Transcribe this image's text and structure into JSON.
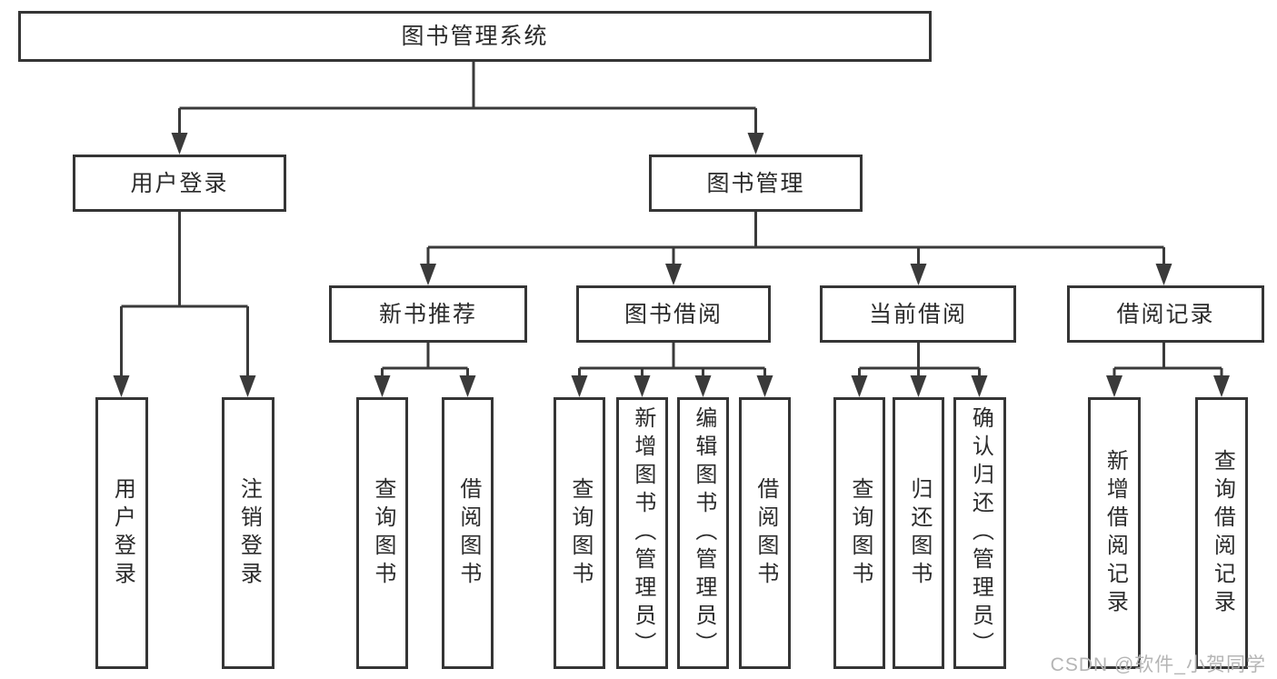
{
  "tree": {
    "root": {
      "label": "图书管理系统",
      "children": [
        {
          "label": "用户登录",
          "children": [
            {
              "label": "用户登录"
            },
            {
              "label": "注销登录"
            }
          ]
        },
        {
          "label": "图书管理",
          "children": [
            {
              "label": "新书推荐",
              "children": [
                {
                  "label": "查询图书"
                },
                {
                  "label": "借阅图书"
                }
              ]
            },
            {
              "label": "图书借阅",
              "children": [
                {
                  "label": "查询图书"
                },
                {
                  "label": "新增图书（管理员）"
                },
                {
                  "label": "编辑图书（管理员）"
                },
                {
                  "label": "借阅图书"
                }
              ]
            },
            {
              "label": "当前借阅",
              "children": [
                {
                  "label": "查询图书"
                },
                {
                  "label": "归还图书"
                },
                {
                  "label": "确认归还（管理员）"
                }
              ]
            },
            {
              "label": "借阅记录",
              "children": [
                {
                  "label": "新增借阅记录"
                },
                {
                  "label": "查询借阅记录"
                }
              ]
            }
          ]
        }
      ]
    }
  },
  "watermark": {
    "text": "CSDN @软件_小贺同学"
  },
  "colors": {
    "line": "#3a3a3a",
    "border": "#353535",
    "text": "#2b2b2b",
    "background": "#ffffff",
    "watermark": "#b5b5b5"
  }
}
